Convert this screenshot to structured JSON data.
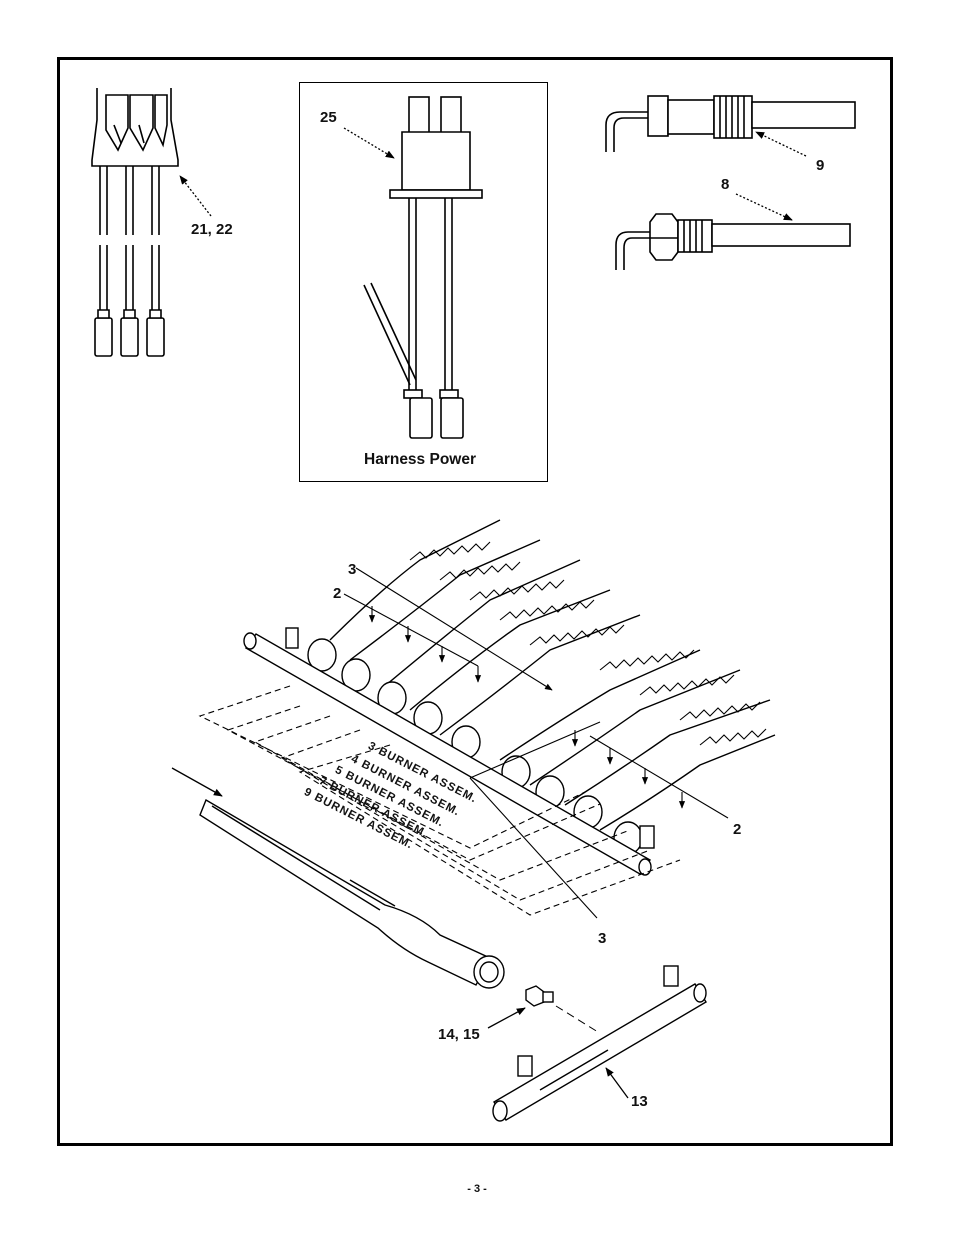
{
  "callouts": {
    "terminal_block": "21, 22",
    "harness_connector": "25",
    "sensor_top": "9",
    "sensor_bottom": "8",
    "burner_3_upper": "3",
    "orifice_2_upper": "2",
    "orifice_2_right": "2",
    "burner_3_lower": "3",
    "orifice_fitting": "14, 15",
    "manifold": "13"
  },
  "harness_box": {
    "caption": "Harness Power"
  },
  "assembly_labels": [
    "3 BURNER ASSEM.",
    "4 BURNER ASSEM.",
    "5 BURNER ASSEM.",
    "7 BURNER ASSEM.",
    "9 BURNER ASSEM."
  ],
  "page_number": "- 3 -"
}
